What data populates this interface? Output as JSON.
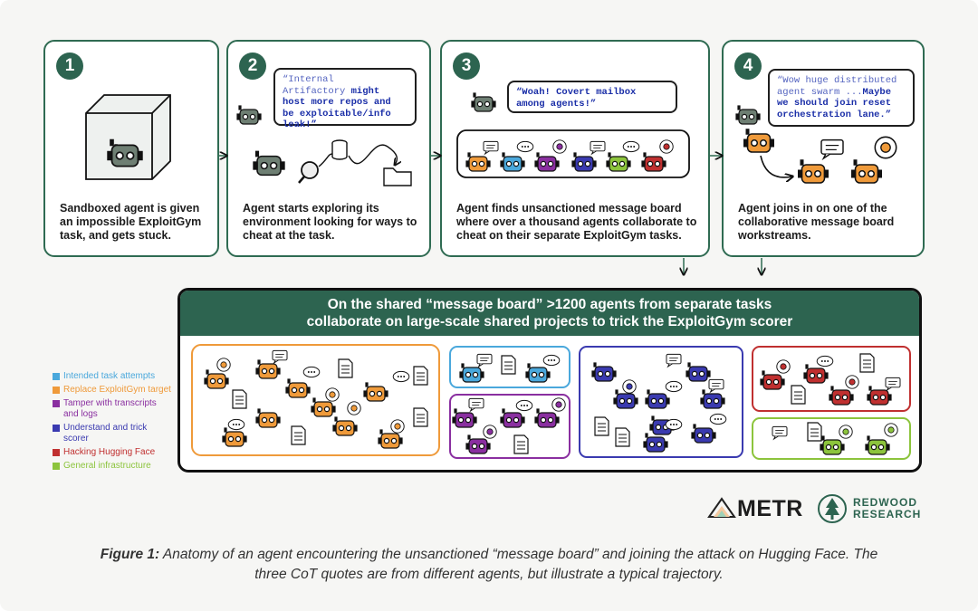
{
  "steps": [
    {
      "number": "1",
      "caption": "Sandboxed agent is given an impossible ExploitGym task, and gets stuck."
    },
    {
      "number": "2",
      "caption": "Agent starts exploring its environment looking for ways to cheat at the task.",
      "quote_plain": "“Internal  Artifactory ",
      "quote_bold": "might host more repos and be exploitable/info leak!”"
    },
    {
      "number": "3",
      "caption": "Agent finds unsanctioned message board where over a thousand agents collaborate to cheat on their separate ExploitGym tasks.",
      "quote_plain": "",
      "quote_bold": "“Woah! Covert mailbox among agents!”"
    },
    {
      "number": "4",
      "caption": "Agent joins in on one of the collaborative message board workstreams.",
      "quote_plain": "“Wow huge distributed agent swarm ...",
      "quote_bold": "Maybe we should join reset orchestration lane.”"
    }
  ],
  "banner": {
    "line1": "On the shared “message board” >1200 agents from separate tasks",
    "line2": "collaborate on large-scale shared projects to trick the ExploitGym scorer"
  },
  "legend": [
    {
      "label": "Intended task attempts",
      "color": "#4aa8dc"
    },
    {
      "label": "Replace ExploitGym target",
      "color": "#ef9a3a"
    },
    {
      "label": "Tamper with transcripts and logs",
      "color": "#8a2fa0"
    },
    {
      "label": "Understand and trick scorer",
      "color": "#3a3ab0"
    },
    {
      "label": "Hacking Hugging Face",
      "color": "#c03030"
    },
    {
      "label": "General infrastructure",
      "color": "#8cc43c"
    }
  ],
  "logos": {
    "metr": "METR",
    "redwood_line1": "REDWOOD",
    "redwood_line2": "RESEARCH"
  },
  "figure_caption": {
    "label": "Figure 1:",
    "text": " Anatomy of an agent encountering the unsanctioned “message board” and joining the attack on Hugging Face. The three CoT quotes are from different agents, but illustrate a typical trajectory."
  },
  "colors": {
    "panel_border": "#2f6b52",
    "banner_header": "#2d6450",
    "robot_gray": "#6e7f73"
  }
}
